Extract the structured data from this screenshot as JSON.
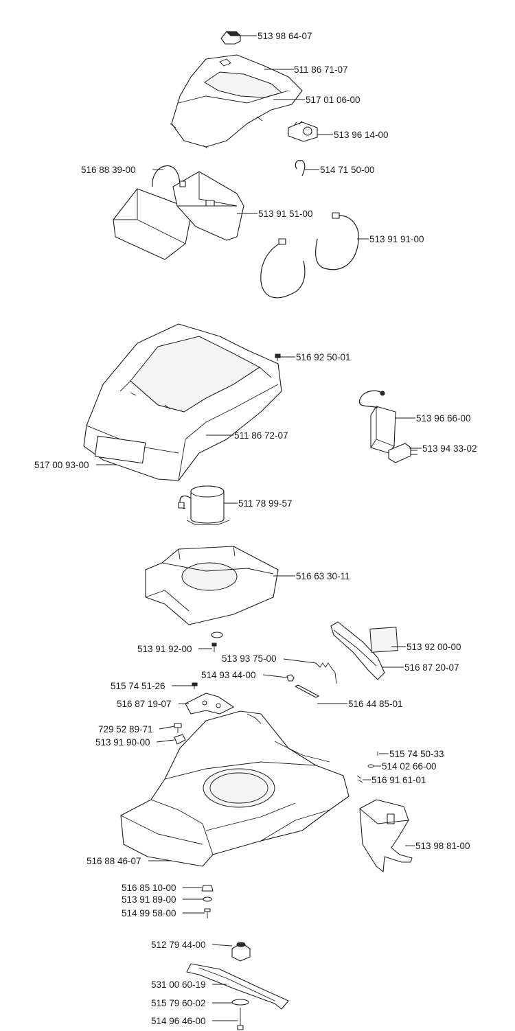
{
  "labels": [
    {
      "id": "p01",
      "text": "513 98 64-07"
    },
    {
      "id": "p02",
      "text": "511 86 71-07"
    },
    {
      "id": "p03",
      "text": "517 01 06-00"
    },
    {
      "id": "p04",
      "text": "513 96 14-00"
    },
    {
      "id": "p05",
      "text": "514 71 50-00"
    },
    {
      "id": "p06",
      "text": "516 88 39-00"
    },
    {
      "id": "p07",
      "text": "513 91 51-00"
    },
    {
      "id": "p08",
      "text": "513 91 91-00"
    },
    {
      "id": "p09",
      "text": "516 92 50-01"
    },
    {
      "id": "p10",
      "text": "513 96 66-00"
    },
    {
      "id": "p11",
      "text": "511 86 72-07"
    },
    {
      "id": "p12",
      "text": "513 94 33-02"
    },
    {
      "id": "p13",
      "text": "517 00 93-00"
    },
    {
      "id": "p14",
      "text": "511 78 99-57"
    },
    {
      "id": "p15",
      "text": "516 63 30-11"
    },
    {
      "id": "p16",
      "text": "513 92 00-00"
    },
    {
      "id": "p17",
      "text": "513 91 92-00"
    },
    {
      "id": "p18",
      "text": "513 93 75-00"
    },
    {
      "id": "p19",
      "text": "516 87 20-07"
    },
    {
      "id": "p20",
      "text": "514 93 44-00"
    },
    {
      "id": "p21",
      "text": "515 74 51-26"
    },
    {
      "id": "p22",
      "text": "516 44 85-01"
    },
    {
      "id": "p23",
      "text": "516 87 19-07"
    },
    {
      "id": "p24",
      "text": "729 52 89-71"
    },
    {
      "id": "p25",
      "text": "513 91 90-00"
    },
    {
      "id": "p26",
      "text": "515 74 50-33"
    },
    {
      "id": "p27",
      "text": "514 02 66-00"
    },
    {
      "id": "p28",
      "text": "516 91 61-01"
    },
    {
      "id": "p29",
      "text": "513 98 81-00"
    },
    {
      "id": "p30",
      "text": "516 88 46-07"
    },
    {
      "id": "p31",
      "text": "516 85 10-00"
    },
    {
      "id": "p32",
      "text": "513 91 89-00"
    },
    {
      "id": "p33",
      "text": "514 99 58-00"
    },
    {
      "id": "p34",
      "text": "512 79 44-00"
    },
    {
      "id": "p35",
      "text": "531 00 60-19"
    },
    {
      "id": "p36",
      "text": "515 79 60-02"
    },
    {
      "id": "p37",
      "text": "514 96 46-00"
    }
  ]
}
